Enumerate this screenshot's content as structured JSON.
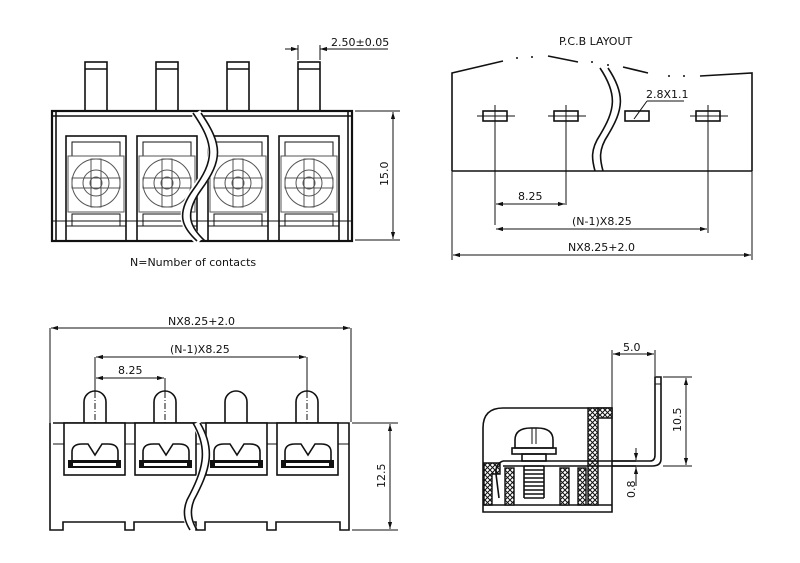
{
  "drawing": {
    "type": "terminal block technical drawing",
    "contacts_shown": 4
  },
  "views": {
    "top_view": {
      "pin_width_dim": "2.50±0.05",
      "height_dim": "15.0",
      "note": "N=Number of contacts"
    },
    "pcb_layout": {
      "title": "P.C.B LAYOUT",
      "pad_size": "2.8X1.1",
      "pitch": "8.25",
      "span": "(N-1)X8.25",
      "overall": "NX8.25+2.0"
    },
    "front_view": {
      "overall": "NX8.25+2.0",
      "span": "(N-1)X8.25",
      "pitch": "8.25",
      "height_dim": "12.5"
    },
    "side_view": {
      "pin_offset": "5.0",
      "pin_height": "10.5",
      "pin_thickness": "0.8"
    }
  }
}
